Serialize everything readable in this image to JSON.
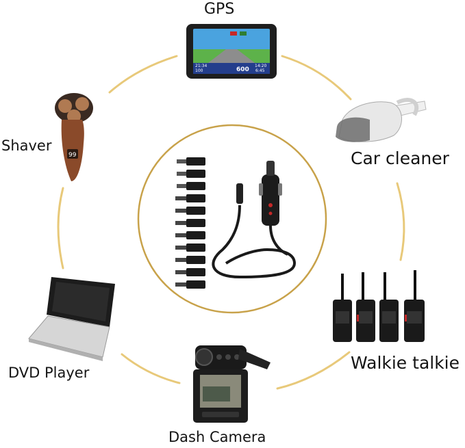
{
  "labels": {
    "gps": "GPS",
    "shaver": "Shaver",
    "car_cleaner": "Car cleaner",
    "walkie_talkie": "Walkie talkie",
    "dvd_player": "DVD Player",
    "dash_camera": "Dash Camera"
  },
  "gps_screen": {
    "left_time": "21:34",
    "left_dist": "100",
    "center_value": "600",
    "right_time": "14:20",
    "right_dist": "6:45"
  },
  "shaver_display": "99",
  "colors": {
    "ring": "#e8c97a",
    "inner_ring": "#c8a24a",
    "accent_red": "#c62828"
  }
}
